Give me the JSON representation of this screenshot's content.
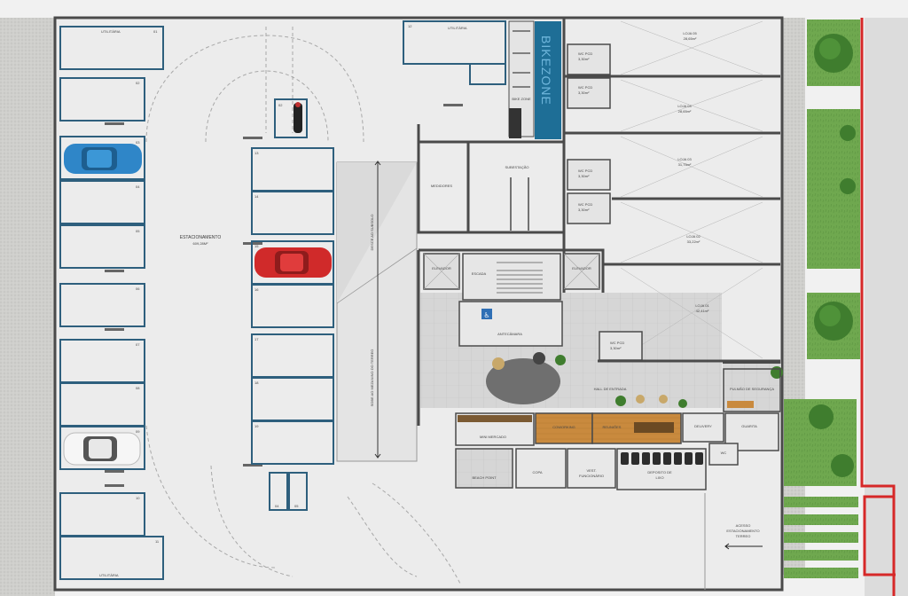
{
  "labels": {
    "utility_top": "UTILITÁRIA",
    "utility_bottom": "UTILITÁRIA",
    "utility_12": "UTILITÁRIA",
    "parking_name": "ESTACIONAMENTO",
    "parking_area": "609,28M²",
    "ramp_up": "SOBE AO MEZANINO DO TERREO",
    "ramp_down": "DESCE AO SUBSOLO",
    "bike_zone_big": "BIKEZONE",
    "bike_zone": "BIKE ZONE",
    "substation": "SUBESTAÇÃO",
    "meters": "MEDIDORES",
    "elevator_left": "ELEVADOR",
    "elevator_right": "ELEVADOR",
    "stairs": "ESCADA",
    "antechamber": "ANTECÂMARA",
    "entrance_hall": "HALL DE ENTRADA",
    "lung": "PULMÃO DE SEGURANÇA",
    "delivery": "DELIVERY",
    "guard": "GUARITA",
    "coworking": "COWORKING",
    "meetings": "REUNIÕES",
    "mini_market": "MINI MERCADO",
    "beach_point": "BEACH POINT",
    "copa": "COPA",
    "locker_1": "VEST.",
    "locker_2": "FUNCIONÁRIO",
    "trash_1": "DEPOSITO DE",
    "trash_2": "LIXO",
    "wc": "WC",
    "access_1": "ACESSO",
    "access_2": "ESTACIONAMENTO",
    "access_3": "TERREO"
  },
  "spaces": {
    "s01": "01",
    "s02": "02",
    "s03": "03",
    "s04": "04",
    "s05": "05",
    "s06": "06",
    "s07": "07",
    "s08": "08",
    "s09": "09",
    "s10": "10",
    "s11": "11",
    "s12": "12",
    "s13": "13",
    "s14": "14",
    "s15": "15",
    "s16": "16",
    "s17": "17",
    "s18": "18",
    "s19": "19",
    "m02": "02",
    "m04": "04",
    "m05": "05"
  },
  "stores": [
    {
      "name": "LOJA 05",
      "area": "28,65m²"
    },
    {
      "name": "LOJA 04",
      "area": "28,65m²"
    },
    {
      "name": "LOJA 03",
      "area": "31,75m²"
    },
    {
      "name": "LOJA 02",
      "area": "33,22m²"
    },
    {
      "name": "LOJA 01",
      "area": "42,41m²"
    }
  ],
  "wcs": [
    {
      "name": "WC PCD",
      "area": "3,30m²"
    },
    {
      "name": "WC PCD",
      "area": "3,30m²"
    },
    {
      "name": "WC PCD",
      "area": "3,30m²"
    },
    {
      "name": "WC PCD",
      "area": "3,30m²"
    },
    {
      "name": "WC PCD",
      "area": "3,30m²"
    }
  ],
  "colors": {
    "spot_outline": "#2e5f7d",
    "wall": "#4a4a4a",
    "floor": "#ececec",
    "lawn": "#6fa84f",
    "boundary": "#d62828",
    "bike_zone": "#1e6e96",
    "car_blue": "#2f86c8",
    "car_red": "#d02a2a",
    "car_white": "#f6f6f6",
    "wood": "#c98a3e"
  }
}
